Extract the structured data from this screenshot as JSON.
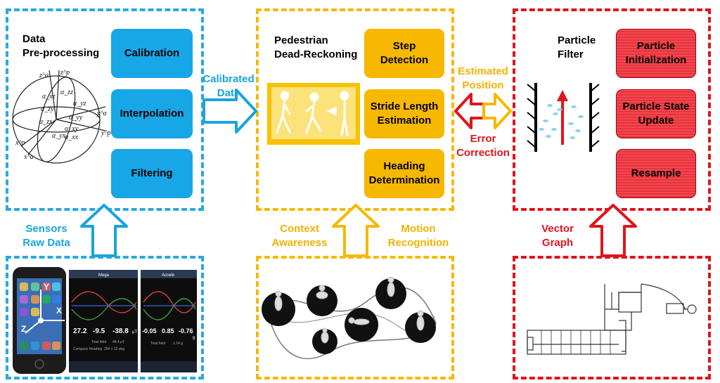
{
  "preprocessing": {
    "title": "Data\nPre-processing",
    "buttons": [
      "Calibration",
      "Interpolation",
      "Filtering"
    ],
    "axis_labels": [
      "z^a",
      "z^p",
      "α_zz",
      "α_yz",
      "α_xz",
      "α_zy",
      "α_zx",
      "α_yy",
      "α_xy",
      "y^a",
      "y^p",
      "x^p",
      "x^a",
      "α_yx",
      "α_xx"
    ]
  },
  "pdr": {
    "title": "Pedestrian\nDead-Reckoning",
    "buttons": [
      "Step\nDetection",
      "Stride Length\nEstimation",
      "Heading\nDetermination"
    ]
  },
  "particle": {
    "title": "Particle\nFilter",
    "buttons": [
      "Particle\nInitiallzation",
      "Particle State\nUpdate",
      "Resample"
    ]
  },
  "arrows": {
    "calibrated_data": "Calibrated\nData",
    "estimated_position": "Estimated\nPosition",
    "error_correction": "Error\nCorrection",
    "sensors_raw_data": "Sensors\nRaw Data",
    "context_awareness": "Context\nAwareness",
    "motion_recognition": "Motion\nRecognition",
    "vector_graph": "Vector\nGraph"
  },
  "phone": {
    "screen1": {
      "title": "Mega",
      "values": [
        "27.2",
        "-9.5",
        "-38.8"
      ],
      "unit": "μT",
      "total_label": "Total field",
      "total_value": "48.4 μT",
      "heading_label": "Compass Heading",
      "heading_value": "254 ± 15 deg"
    },
    "screen2": {
      "title": "Accele",
      "values": [
        "-0.05",
        "0.85",
        "-0.76"
      ],
      "unit": "g",
      "total_label": "Total field",
      "total_value": "1.14 g"
    },
    "axes": [
      "Y",
      "X",
      "Z"
    ]
  },
  "colors": {
    "blue": "#17a7e6",
    "yellow": "#f6b800",
    "red": "#e0141c"
  }
}
